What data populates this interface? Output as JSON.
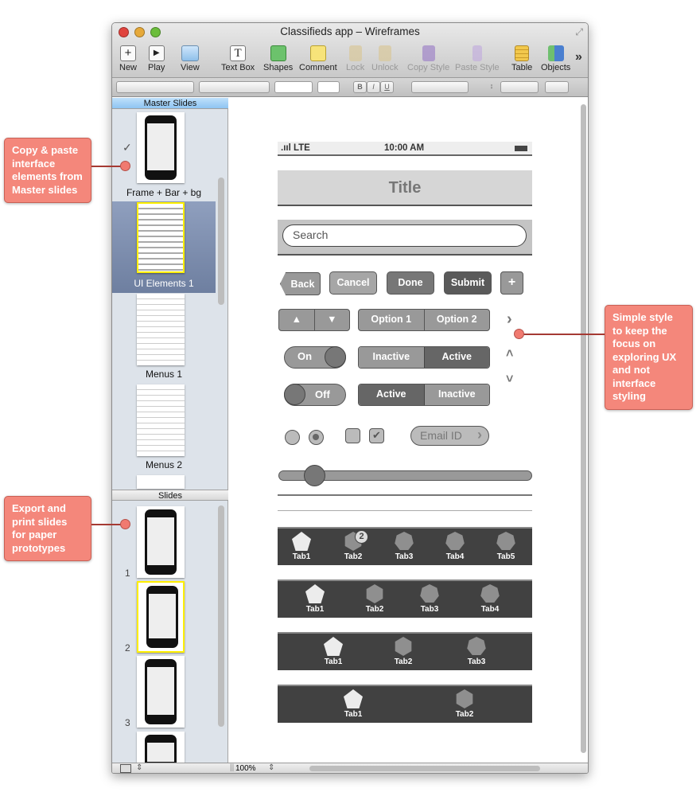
{
  "window": {
    "title": "Classifieds app – Wireframes"
  },
  "toolbar": {
    "items": [
      {
        "label": "New",
        "icon": "plus-icon"
      },
      {
        "label": "Play",
        "icon": "play-icon"
      },
      {
        "label": "View",
        "icon": "view-icon"
      },
      {
        "label": "Text Box",
        "icon": "text-box-icon"
      },
      {
        "label": "Shapes",
        "icon": "shapes-icon"
      },
      {
        "label": "Comment",
        "icon": "comment-icon"
      },
      {
        "label": "Lock",
        "icon": "lock-icon",
        "disabled": true
      },
      {
        "label": "Unlock",
        "icon": "unlock-icon",
        "disabled": true
      },
      {
        "label": "Copy Style",
        "icon": "copy-style-icon",
        "disabled": true
      },
      {
        "label": "Paste Style",
        "icon": "paste-style-icon",
        "disabled": true
      },
      {
        "label": "Table",
        "icon": "table-icon"
      },
      {
        "label": "Objects",
        "icon": "objects-icon"
      }
    ],
    "overflow": "»"
  },
  "format_bar": {
    "bold": "B",
    "italic": "I",
    "underline": "U"
  },
  "sidebar": {
    "master_header": "Master Slides",
    "masters": [
      {
        "label": "Frame + Bar + bg",
        "checked": true
      },
      {
        "label": "UI Elements 1",
        "selected": true
      },
      {
        "label": "Menus 1"
      },
      {
        "label": "Menus 2"
      }
    ],
    "check": "✓",
    "slides_header": "Slides",
    "slides": [
      {
        "number": "1"
      },
      {
        "number": "2",
        "selected": true
      },
      {
        "number": "3"
      }
    ]
  },
  "bottom": {
    "zoom": "100%"
  },
  "wireframe": {
    "status": {
      "signal": ".ııl LTE",
      "time": "10:00 AM"
    },
    "title": "Title",
    "search_placeholder": "Search",
    "buttons": {
      "back": "Back",
      "cancel": "Cancel",
      "done": "Done",
      "submit": "Submit",
      "plus": "+"
    },
    "stepper": {
      "up": "▲",
      "down": "▼"
    },
    "options": [
      "Option 1",
      "Option 2"
    ],
    "toggle_on": "On",
    "toggle_off": "Off",
    "seg1": [
      "Inactive",
      "Active"
    ],
    "seg2": [
      "Active",
      "Inactive"
    ],
    "chevrons": {
      "right": "›",
      "up": "˄",
      "down": "˅"
    },
    "email": "Email ID",
    "email_chevron": "›",
    "slider_value": 0.14,
    "tabbars": [
      {
        "tabs": [
          "Tab1",
          "Tab2",
          "Tab3",
          "Tab4",
          "Tab5"
        ],
        "badge": "2"
      },
      {
        "tabs": [
          "Tab1",
          "Tab2",
          "Tab3",
          "Tab4"
        ]
      },
      {
        "tabs": [
          "Tab1",
          "Tab2",
          "Tab3"
        ]
      },
      {
        "tabs": [
          "Tab1",
          "Tab2"
        ]
      }
    ]
  },
  "callouts": [
    "Copy & paste interface elements from Master slides",
    "Export and print slides for paper prototypes",
    "Simple style to keep the focus on exploring UX and not interface styling"
  ],
  "colors": {
    "callout": "#f4877b",
    "selection": "#ffff00",
    "tabbar": "#414141"
  }
}
